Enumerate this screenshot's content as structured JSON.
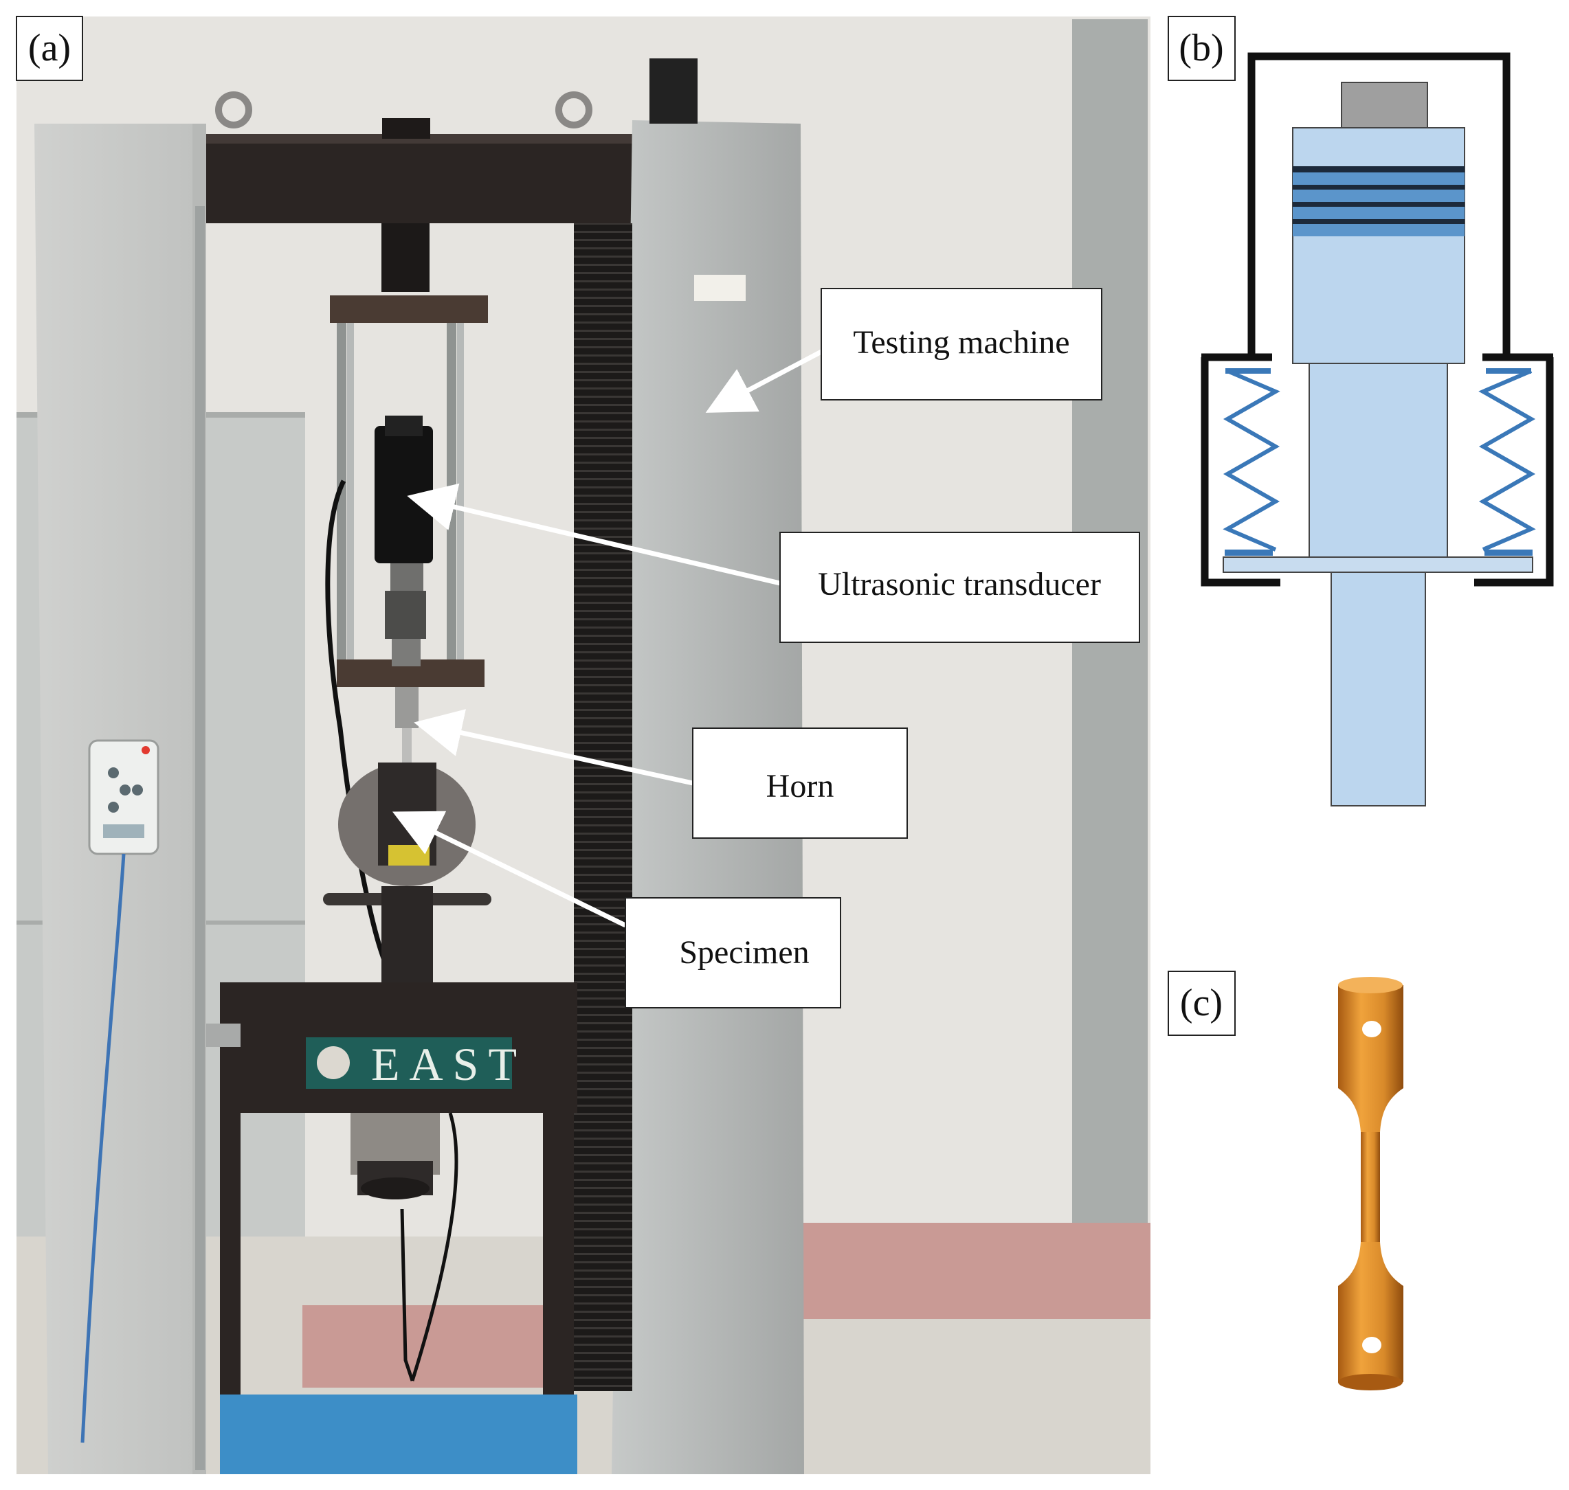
{
  "panels": {
    "a": {
      "tag": "(a)"
    },
    "b": {
      "tag": "(b)"
    },
    "c": {
      "tag": "(c)"
    }
  },
  "callouts": {
    "testing_machine": "Testing machine",
    "ultrasonic_transducer": "Ultrasonic transducer",
    "horn": "Horn",
    "specimen": "Specimen"
  },
  "machine_brand": "EAST",
  "colors": {
    "wall": "#e6e4e0",
    "machine_gray": "#b9bcbb",
    "beam_dark": "#2b2523",
    "floor_pink": "#c99a95",
    "floor_tile": "#d8d5ce",
    "base_blue": "#3d8ec7",
    "transducer_fill": "#bcd6ee",
    "spring_blue": "#3a78b8",
    "specimen_orange": "#d98a2a"
  }
}
